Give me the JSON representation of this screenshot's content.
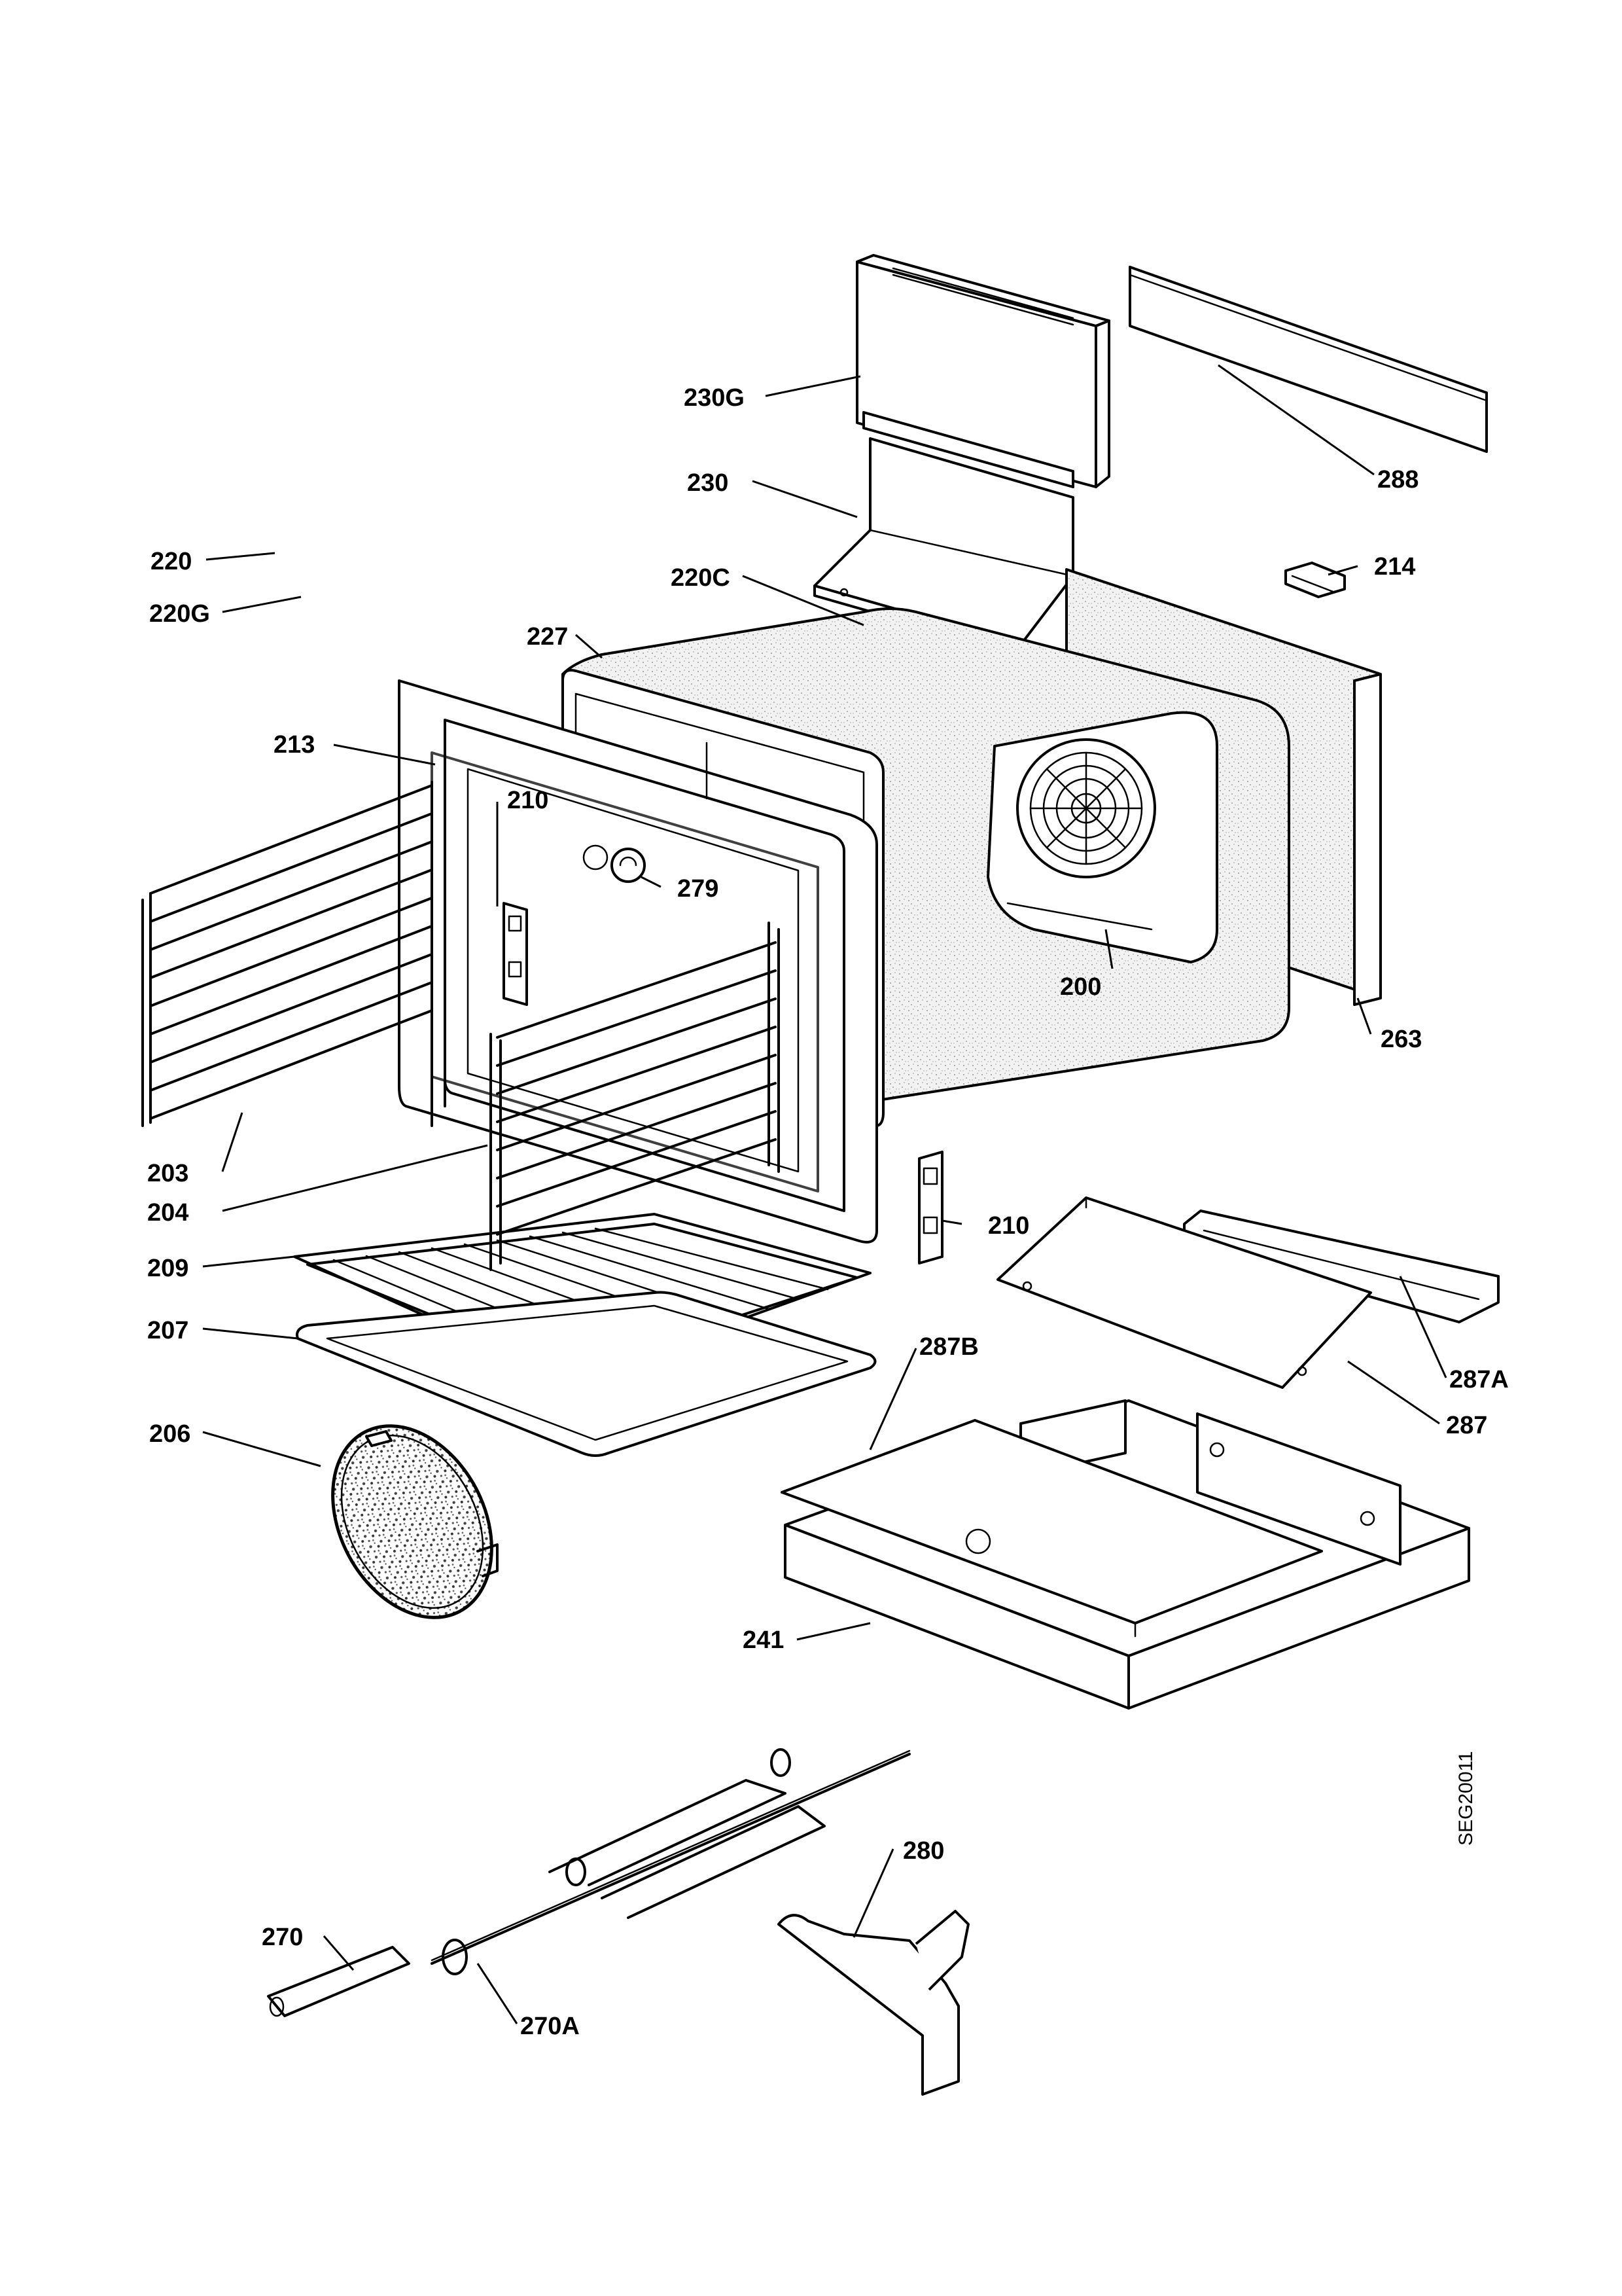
{
  "diagram": {
    "drawing_code": "SEG20011",
    "callouts": [
      {
        "id": "c-230g",
        "text": "230G"
      },
      {
        "id": "c-288",
        "text": "288"
      },
      {
        "id": "c-230",
        "text": "230"
      },
      {
        "id": "c-220",
        "text": "220"
      },
      {
        "id": "c-220g",
        "text": "220G"
      },
      {
        "id": "c-220c",
        "text": "220C"
      },
      {
        "id": "c-214",
        "text": "214"
      },
      {
        "id": "c-227",
        "text": "227"
      },
      {
        "id": "c-213",
        "text": "213"
      },
      {
        "id": "c-210a",
        "text": "210"
      },
      {
        "id": "c-279",
        "text": "279"
      },
      {
        "id": "c-200",
        "text": "200"
      },
      {
        "id": "c-263",
        "text": "263"
      },
      {
        "id": "c-203",
        "text": "203"
      },
      {
        "id": "c-204",
        "text": "204"
      },
      {
        "id": "c-210b",
        "text": "210"
      },
      {
        "id": "c-209",
        "text": "209"
      },
      {
        "id": "c-207",
        "text": "207"
      },
      {
        "id": "c-287b",
        "text": "287B"
      },
      {
        "id": "c-287a",
        "text": "287A"
      },
      {
        "id": "c-287",
        "text": "287"
      },
      {
        "id": "c-206",
        "text": "206"
      },
      {
        "id": "c-241",
        "text": "241"
      },
      {
        "id": "c-280",
        "text": "280"
      },
      {
        "id": "c-270",
        "text": "270"
      },
      {
        "id": "c-270a",
        "text": "270A"
      }
    ]
  }
}
